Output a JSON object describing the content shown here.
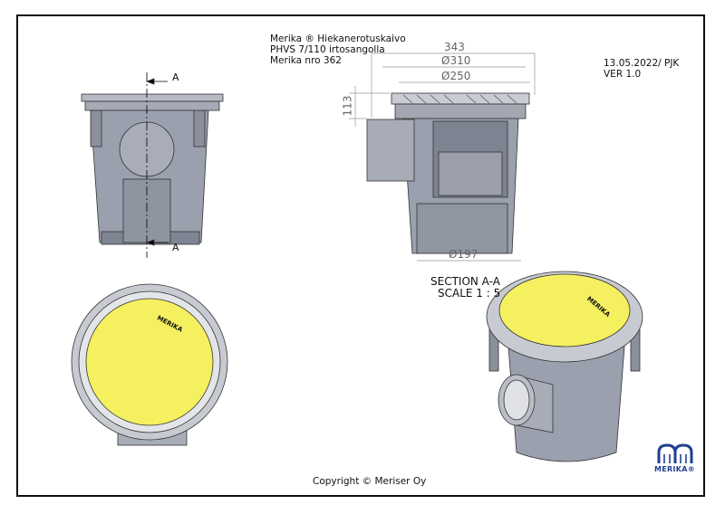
{
  "title_block": {
    "line1": "Merika ® Hiekanerotuskaivo",
    "line2": "PHVS 7/110 irtosangolla",
    "line3": "Merika nro  362"
  },
  "revision": {
    "date": "13.05.2022/ PJK",
    "version": "VER 1.0"
  },
  "dimensions": {
    "overall": "343",
    "d310": "Ø310",
    "d250": "Ø250",
    "height": "113",
    "d197": "Ø197"
  },
  "section": {
    "label": "SECTION A-A",
    "scale": "SCALE 1 : 5",
    "marker_top": "A",
    "marker_bottom": "A"
  },
  "copyright": "Copyright © Meriser Oy",
  "logo": {
    "text": "MERIKA®",
    "lid_text": "MERIKA"
  },
  "colors": {
    "lid": "#f5f060",
    "body": "#9aa0ad",
    "logo": "#1f3f8f"
  }
}
